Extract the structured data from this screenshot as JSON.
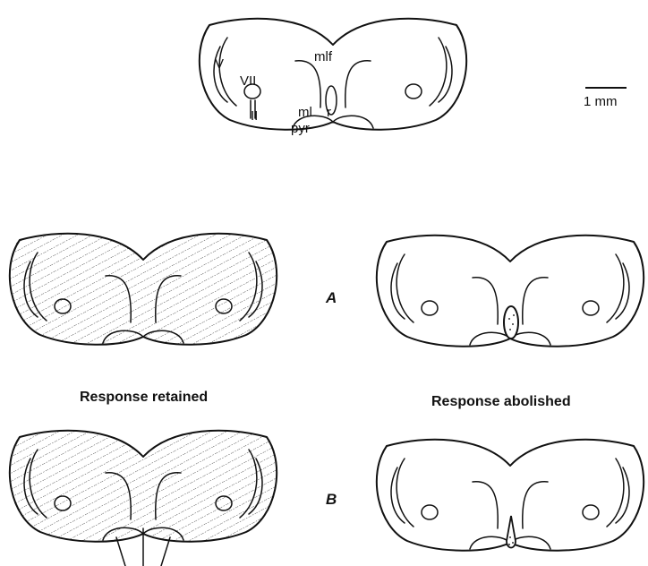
{
  "figure": {
    "scale_bar": {
      "label": "1 mm"
    },
    "reference_section": {
      "labels": {
        "mlf": "mlf",
        "V": "V",
        "VII": "VII",
        "II": "II",
        "ml": "ml",
        "r": "r",
        "pyr": "pyr"
      }
    },
    "rows": [
      {
        "label": "A"
      },
      {
        "label": "B"
      }
    ],
    "captions": {
      "left": "Response retained",
      "right": "Response abolished"
    }
  }
}
